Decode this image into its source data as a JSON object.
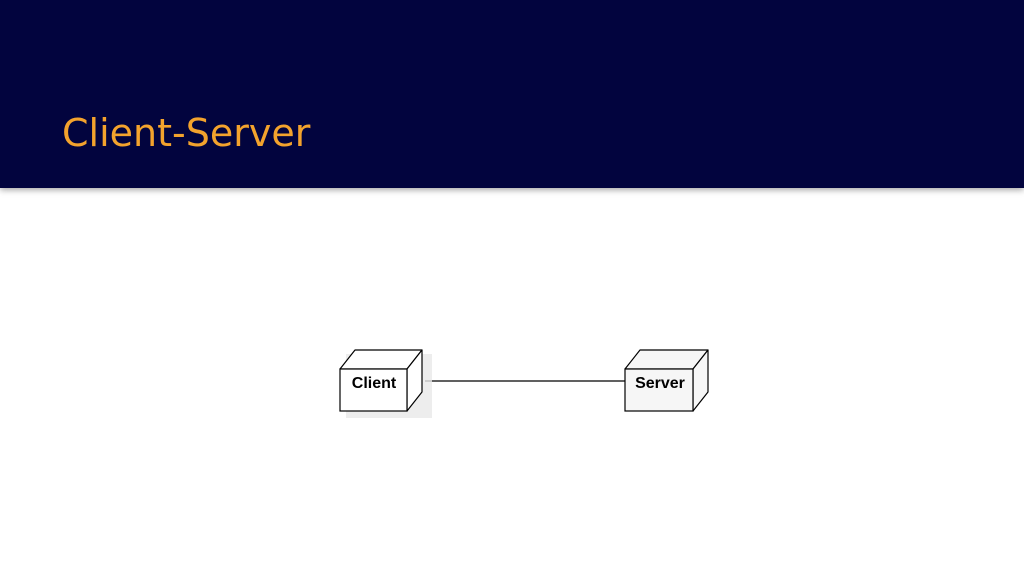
{
  "slide": {
    "title": "Client-Server"
  },
  "diagram": {
    "type": "uml-deployment",
    "nodes": [
      {
        "id": "client",
        "label": "Client"
      },
      {
        "id": "server",
        "label": "Server"
      }
    ],
    "connections": [
      {
        "from": "client",
        "to": "server"
      }
    ]
  },
  "colors": {
    "header_background": "#02043e",
    "title_text": "#f3a32d",
    "node_fill": "#ffffff",
    "node_stroke": "#000000"
  }
}
